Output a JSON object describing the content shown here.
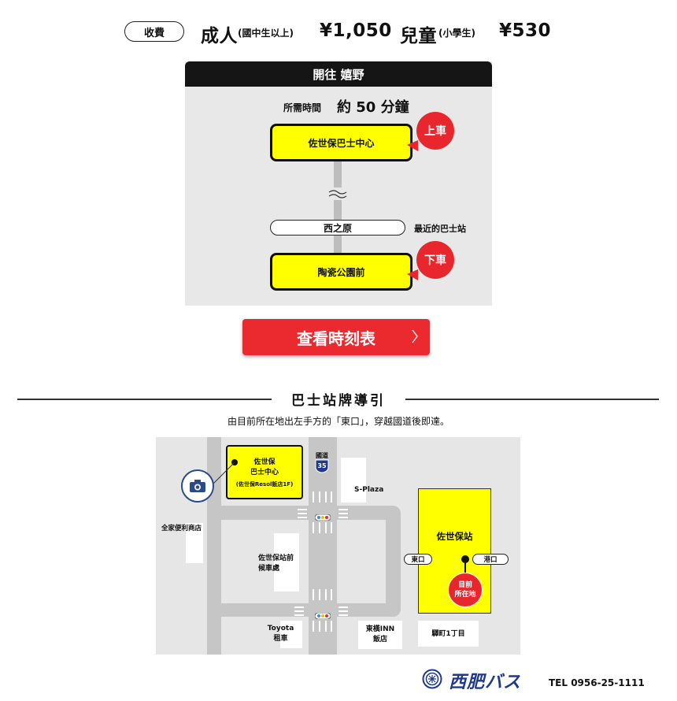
{
  "fare": {
    "label": "收費",
    "adult_label": "成人",
    "adult_note": "(國中生以上)",
    "adult_price": "¥1,050",
    "child_label": "兒童",
    "child_note": "(小學生)",
    "child_price": "¥530"
  },
  "route": {
    "header": "開往 嬉野",
    "time_label": "所需時間",
    "time_value": "約 50 分鐘",
    "board_stop": "佐世保巴士中心",
    "board_badge": "上車",
    "mid_stop": "西之原",
    "mid_note": "最近的巴士站",
    "alight_stop": "陶瓷公園前",
    "alight_badge": "下車"
  },
  "timetable_button": "查看時刻表",
  "guide": {
    "title": "巴士站牌導引",
    "description": "由目前所在地出左手方的「東口」，穿越國道後即達。"
  },
  "map": {
    "bus_center": {
      "line1": "佐世保",
      "line2": "巴士中心",
      "line3": "(佐世保Resol飯店1F)"
    },
    "route_label": "國道",
    "route_number": "35",
    "splaza": "S-Plaza",
    "family_mart": "全家便利商店",
    "waiting": {
      "line1": "佐世保站前",
      "line2": "候車處"
    },
    "station": "佐世保站",
    "east_exit": "東口",
    "port_exit": "港口",
    "current": {
      "line1": "目前",
      "line2": "所在地"
    },
    "toyota": {
      "line1": "Toyota",
      "line2": "租車"
    },
    "toyoko": {
      "line1": "東橫INN",
      "line2": "飯店"
    },
    "ekimae": "驛町1丁目"
  },
  "footer": {
    "logo_text": "西肥バス",
    "tel": "TEL 0956-25-1111"
  },
  "colors": {
    "accent_red": "#e8262d",
    "stop_yellow": "#ffff00",
    "header_black": "#151515",
    "icon_blue": "#2a4b8a"
  }
}
